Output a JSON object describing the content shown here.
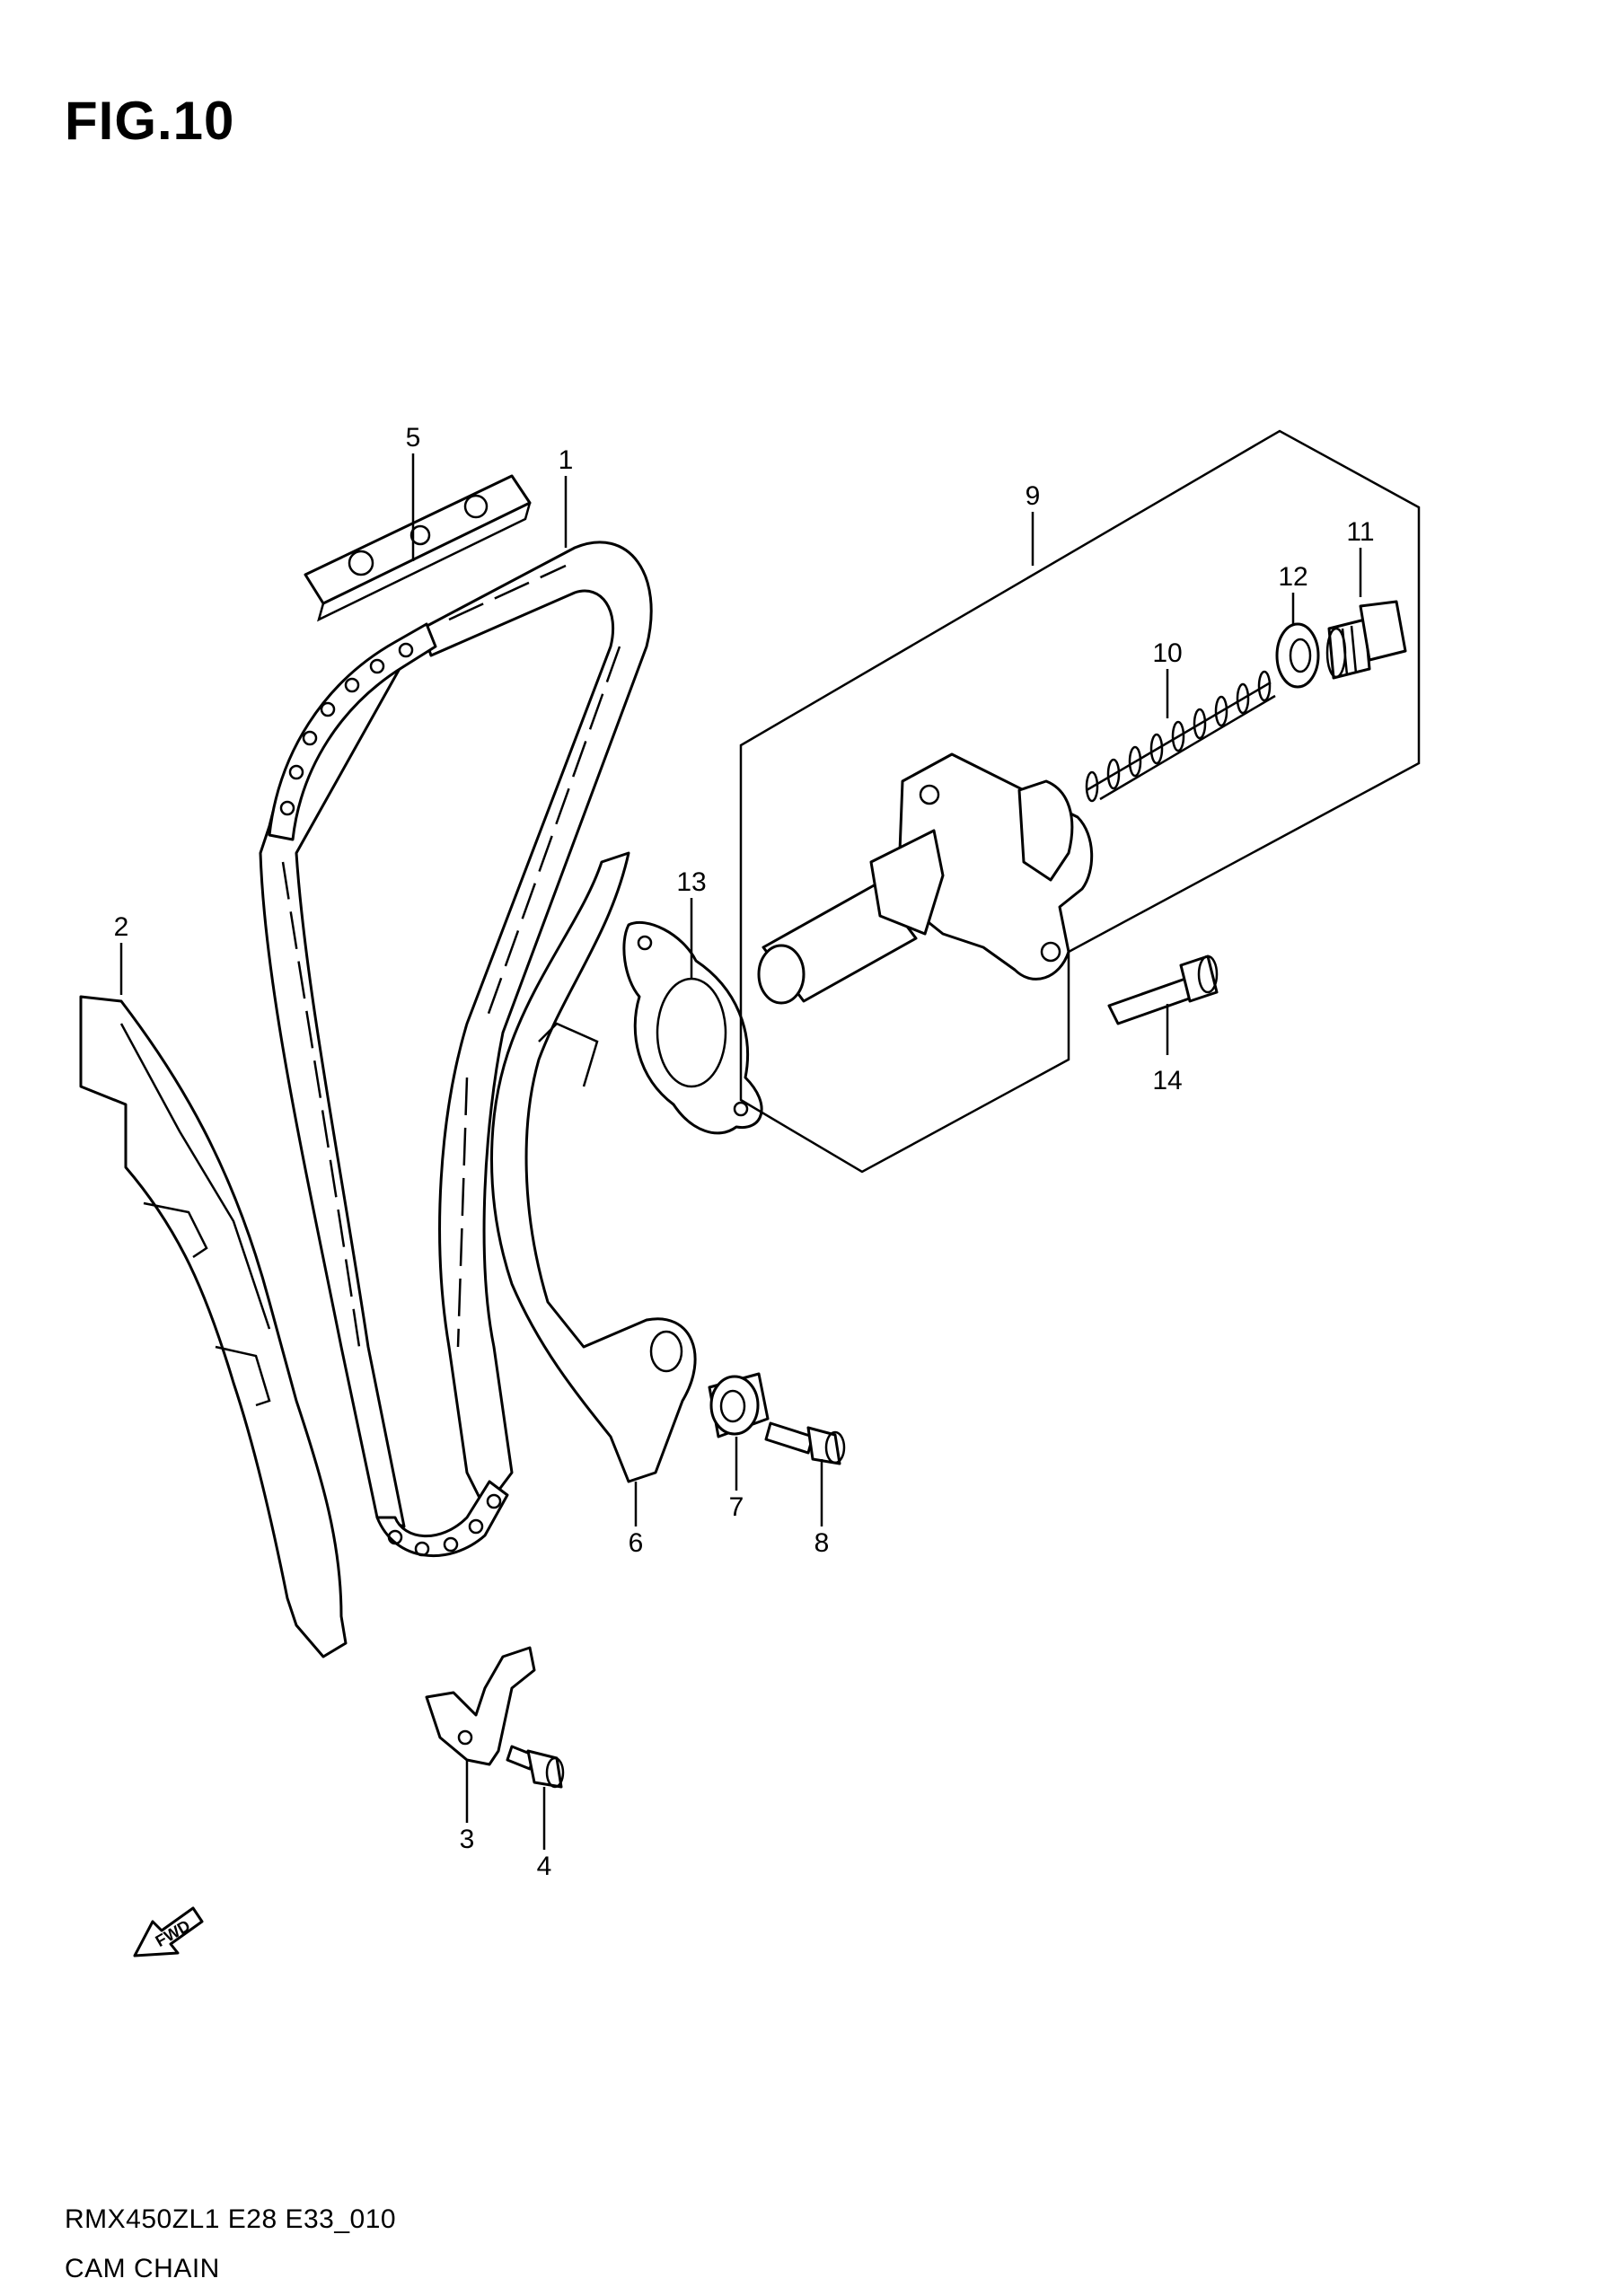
{
  "figure": {
    "title": "FIG.10",
    "code": "RMX450ZL1 E28 E33_010",
    "name": "CAM CHAIN"
  },
  "parts": [
    {
      "ref": "1"
    },
    {
      "ref": "2"
    },
    {
      "ref": "3"
    },
    {
      "ref": "4"
    },
    {
      "ref": "5"
    },
    {
      "ref": "6"
    },
    {
      "ref": "7"
    },
    {
      "ref": "8"
    },
    {
      "ref": "9"
    },
    {
      "ref": "10"
    },
    {
      "ref": "11"
    },
    {
      "ref": "12"
    },
    {
      "ref": "13"
    },
    {
      "ref": "14"
    }
  ],
  "fwd_marker": {
    "label": "FWD",
    "icon": "fwd-arrow-icon"
  },
  "colors": {
    "line": "#000000",
    "background": "#ffffff"
  }
}
